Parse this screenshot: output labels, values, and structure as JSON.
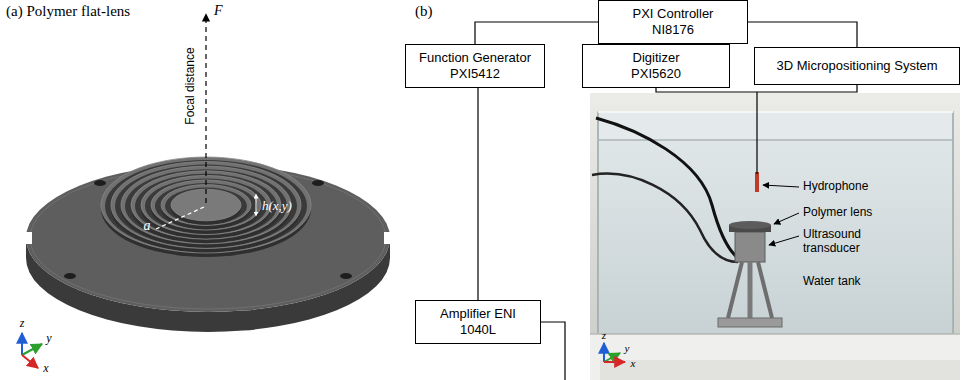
{
  "diagram": {
    "nodes": [
      {
        "text": [
          "PXI Controller NI8176"
        ]
      },
      {
        "text": [
          "Function Generator PXI5412"
        ]
      },
      {
        "text": [
          "Digitizer PXI5620"
        ]
      },
      {
        "text": [
          "3D Micropositioning System"
        ]
      },
      {
        "text": [
          "Amplifier ENI 1040L"
        ]
      }
    ],
    "edges": [
      {
        "from": 0,
        "to": 1,
        "arrow": "none"
      },
      {
        "from": 0,
        "to": 2,
        "arrow": "none"
      },
      {
        "from": 0,
        "to": 3,
        "arrow": "none"
      },
      {
        "from": 1,
        "to": 4,
        "arrow": "none"
      }
    ],
    "labels": [
      "(a) Polymer flat-lens",
      "F",
      "Focal distance",
      "a",
      "h(x,y)",
      "z",
      "y",
      "x",
      "(b)",
      "Hydrophone",
      "Polymer lens",
      "Ultrasound transducer",
      "Water tank",
      "z",
      "y",
      "x"
    ]
  }
}
